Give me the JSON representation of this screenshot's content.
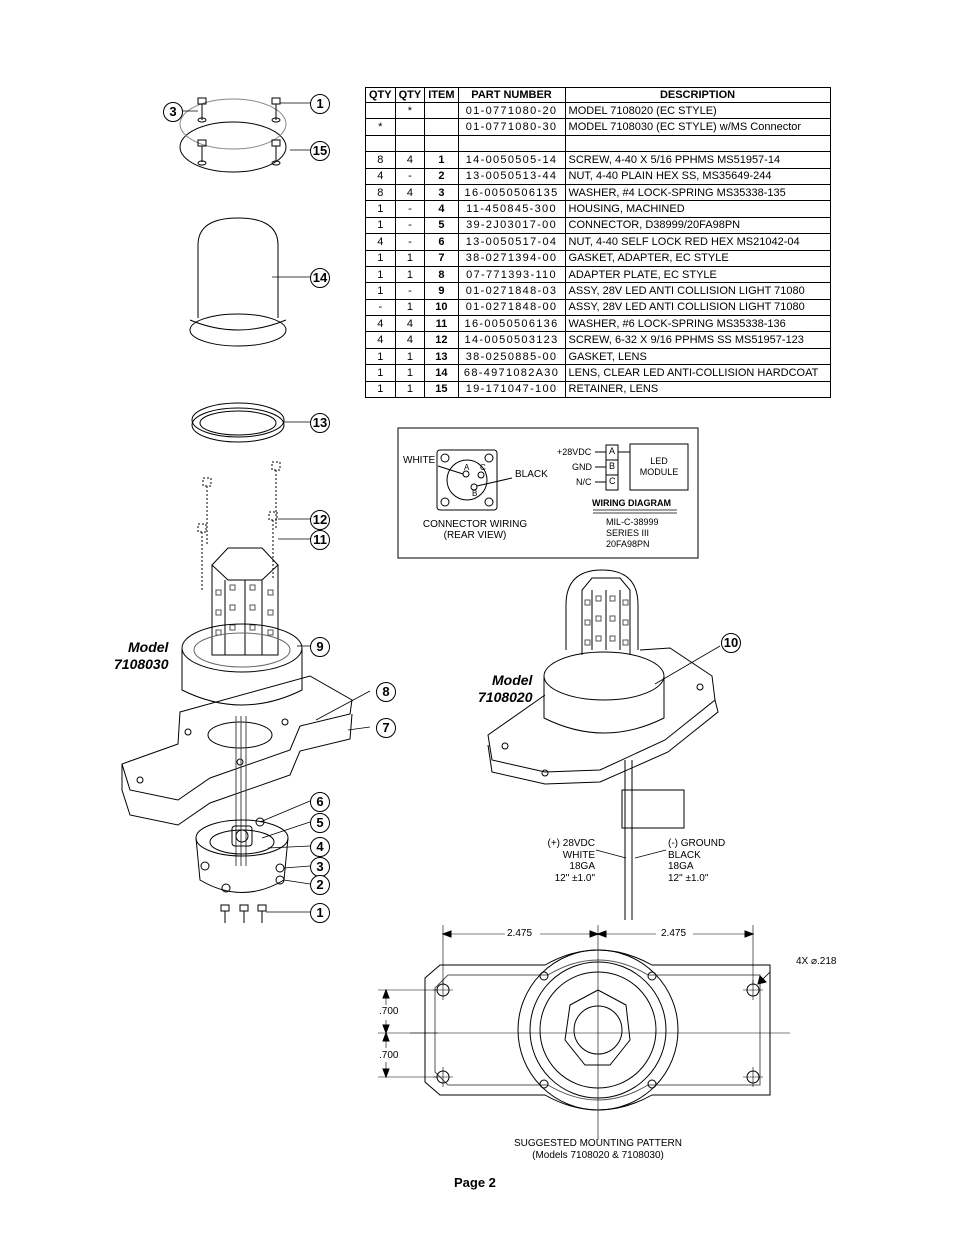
{
  "parts_table": {
    "headers": [
      "QTY",
      "QTY",
      "ITEM",
      "PART NUMBER",
      "DESCRIPTION"
    ],
    "rows": [
      [
        "",
        "*",
        "",
        "01-0771080-20",
        "MODEL 7108020 (EC STYLE)"
      ],
      [
        "*",
        "",
        "",
        "01-0771080-30",
        "MODEL 7108030 (EC STYLE) w/MS Connector"
      ],
      [
        "",
        "",
        "",
        "",
        ""
      ],
      [
        "8",
        "4",
        "1",
        "14-0050505-14",
        "SCREW, 4-40 X 5/16 PPHMS MS51957-14"
      ],
      [
        "4",
        "-",
        "2",
        "13-0050513-44",
        "NUT, 4-40 PLAIN HEX SS, MS35649-244"
      ],
      [
        "8",
        "4",
        "3",
        "16-0050506135",
        "WASHER, #4 LOCK-SPRING MS35338-135"
      ],
      [
        "1",
        "-",
        "4",
        "11-450845-300",
        "HOUSING, MACHINED"
      ],
      [
        "1",
        "-",
        "5",
        "39-2J03017-00",
        "CONNECTOR, D38999/20FA98PN"
      ],
      [
        "4",
        "-",
        "6",
        "13-0050517-04",
        "NUT, 4-40 SELF LOCK RED HEX MS21042-04"
      ],
      [
        "1",
        "1",
        "7",
        "38-0271394-00",
        "GASKET, ADAPTER, EC STYLE"
      ],
      [
        "1",
        "1",
        "8",
        "07-771393-110",
        "ADAPTER PLATE, EC STYLE"
      ],
      [
        "1",
        "-",
        "9",
        "01-0271848-03",
        "ASSY, 28V LED ANTI COLLISION LIGHT 71080"
      ],
      [
        "-",
        "1",
        "10",
        "01-0271848-00",
        "ASSY, 28V LED ANTI COLLISION LIGHT 71080"
      ],
      [
        "4",
        "4",
        "11",
        "16-0050506136",
        "WASHER, #6 LOCK-SPRING MS35338-136"
      ],
      [
        "4",
        "4",
        "12",
        "14-0050503123",
        "SCREW, 6-32 X 9/16 PPHMS SS MS51957-123"
      ],
      [
        "1",
        "1",
        "13",
        "38-0250885-00",
        "GASKET, LENS"
      ],
      [
        "1",
        "1",
        "14",
        "68-4971082A30",
        "LENS, CLEAR LED ANTI-COLLISION HARDCOAT"
      ],
      [
        "1",
        "1",
        "15",
        "19-171047-100",
        "RETAINER, LENS"
      ]
    ]
  },
  "wiring": {
    "white": "WHITE",
    "black": "BLACK",
    "pin_a": "A",
    "pin_b": "B",
    "pin_c": "C",
    "conn_title1": "CONNECTOR WIRING",
    "conn_title2": "(REAR VIEW)",
    "v28": "+28VDC",
    "gnd": "GND",
    "nc": "N/C",
    "led1": "LED",
    "led2": "MODULE",
    "diagram_title": "WIRING DIAGRAM",
    "spec1": "MIL-C-38999",
    "spec2": "SERIES III",
    "spec3": "20FA98PN"
  },
  "models": {
    "left_1": "Model",
    "left_2": "7108030",
    "right_1": "Model",
    "right_2": "7108020"
  },
  "callouts": {
    "c1a": "1",
    "c3a": "3",
    "c15": "15",
    "c14": "14",
    "c13": "13",
    "c12": "12",
    "c11": "11",
    "c9": "9",
    "c8": "8",
    "c7": "7",
    "c6": "6",
    "c5": "5",
    "c4": "4",
    "c3b": "3",
    "c2": "2",
    "c1b": "1",
    "c10": "10"
  },
  "leads": {
    "pos1": "(+) 28VDC",
    "pos2": "WHITE",
    "pos3": "18GA",
    "pos4": "12\" ±1.0\"",
    "neg1": "(-) GROUND",
    "neg2": "BLACK",
    "neg3": "18GA",
    "neg4": "12\" ±1.0\""
  },
  "dims": {
    "left": "2.475",
    "right": "2.475",
    "hole": "4X ⌀.218",
    "v1": ".700",
    "v2": ".700"
  },
  "mounting": {
    "title1": "SUGGESTED MOUNTING PATTERN",
    "title2": "(Models 7108020 & 7108030)"
  },
  "page": "Page 2"
}
